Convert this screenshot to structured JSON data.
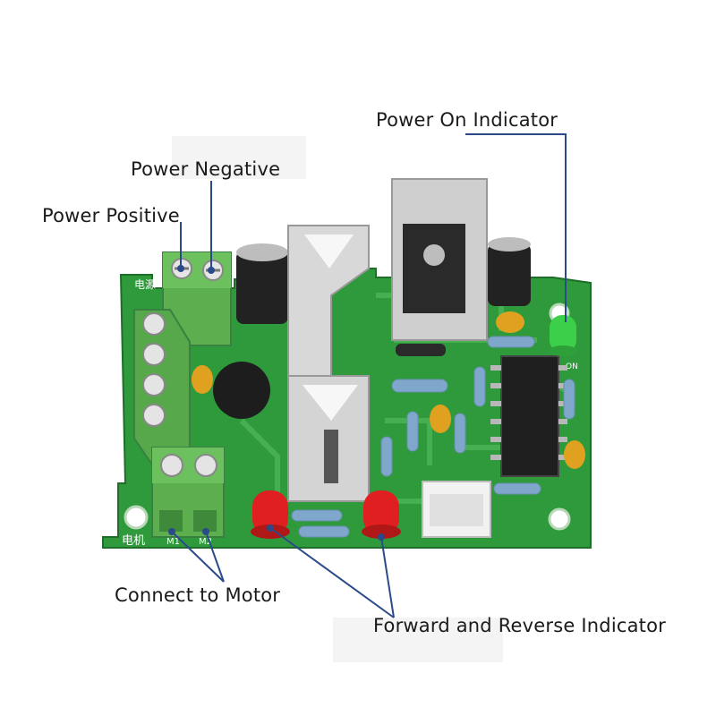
{
  "labels": {
    "power_on_indicator": "Power On Indicator",
    "power_negative": "Power Negative",
    "power_positive": "Power Positive",
    "connect_to_motor": "Connect to Motor",
    "forward_reverse_indicator": "Forward and Reverse Indicator"
  },
  "board_silkscreen": {
    "power_label": "电源",
    "motor_label": "电机",
    "m1": "M1",
    "m2": "M2",
    "on": "ON"
  },
  "colors": {
    "pcb": "#2f9a3c",
    "terminal": "#5cae4f",
    "heatsink": "#d8d8d8",
    "leader_line": "#2a4a8a",
    "led_red": "#e02020",
    "led_green": "#3cd04a",
    "capacitor_yellow": "#e0a020"
  }
}
